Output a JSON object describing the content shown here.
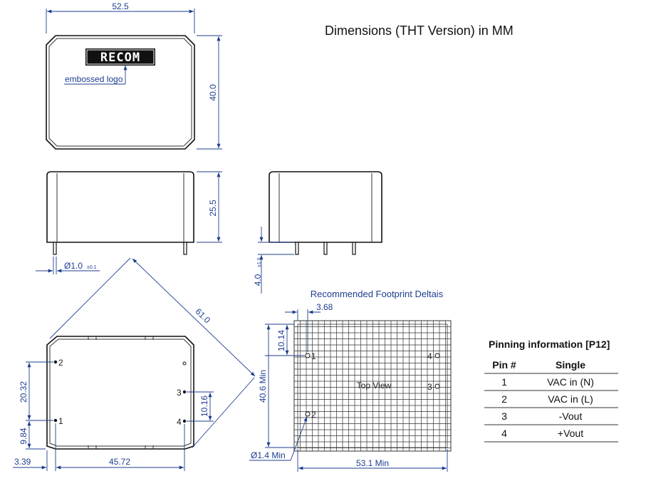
{
  "title": "Dimensions (THT Version) in MM",
  "logo_text": "RECOM",
  "logo_caption": "embossed logo",
  "dims": {
    "top_width": "52.5",
    "top_height": "40.0",
    "side_height": "25.5",
    "pin_diameter": "Ø1.0",
    "pin_diameter_tol": "±0.1",
    "pin_length": "4.0",
    "pin_length_tol": "±1.0",
    "diagonal": "61.0",
    "pin2_y": "20.32",
    "pin1_y": "9.84",
    "pin1_x": "3.39",
    "pin_spacing_x": "45.72",
    "pin34_spacing": "10.16",
    "fp_offset_x": "3.68",
    "fp_offset_y": "10.14",
    "fp_height": "40.6 Min",
    "fp_width": "53.1 Min",
    "fp_hole": "Ø1.4 Min"
  },
  "pin_labels": [
    "1",
    "2",
    "3",
    "4"
  ],
  "footprint": {
    "title": "Recommended Footprint Deltais",
    "view_label": "Top View"
  },
  "pinning_table": {
    "title": "Pinning information [P12]",
    "headers": [
      "Pin #",
      "Single"
    ],
    "rows": [
      [
        "1",
        "VAC in (N)"
      ],
      [
        "2",
        "VAC in (L)"
      ],
      [
        "3",
        "-Vout"
      ],
      [
        "4",
        "+Vout"
      ]
    ]
  },
  "colors": {
    "dimension": "#1d3d8f",
    "outline": "#111111"
  }
}
